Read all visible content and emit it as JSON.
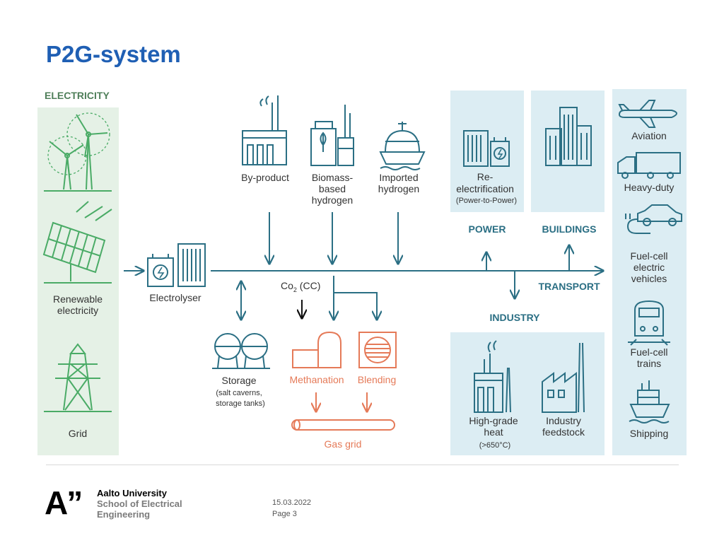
{
  "slide": {
    "title": "P2G-system"
  },
  "panels": {
    "electricity": "ELECTRICITY",
    "renewable": [
      "Renewable",
      "electricity"
    ],
    "grid": "Grid"
  },
  "sources": {
    "byproduct": [
      "By-product"
    ],
    "biomass": [
      "Biomass-",
      "based",
      "hydrogen"
    ],
    "imported": [
      "Imported",
      "hydrogen"
    ]
  },
  "process": {
    "electrolyser": "Electrolyser",
    "co2": {
      "main": "Co",
      "sub": "2",
      "suffix": " (CC)"
    },
    "storage": [
      "Storage",
      "(salt caverns,",
      "storage tanks)"
    ],
    "methanation": "Methanation",
    "blending": "Blending",
    "gas_grid": "Gas grid"
  },
  "sectors": {
    "power": "POWER",
    "buildings": "BUILDINGS",
    "transport": "TRANSPORT",
    "industry": "INDUSTRY",
    "reelectrification": [
      "Re-",
      "electrification",
      "(Power-to-Power)"
    ],
    "high_grade_heat": [
      "High-grade",
      "heat",
      "(>650°C)"
    ],
    "industry_feedstock": [
      "Industry",
      "feedstock"
    ]
  },
  "transport_modes": {
    "aviation": [
      "Aviation"
    ],
    "heavy_duty": [
      "Heavy-duty"
    ],
    "fuel_cell_vehicles": [
      "Fuel-cell",
      "electric",
      "vehicles"
    ],
    "fuel_cell_trains": [
      "Fuel-cell",
      "trains"
    ],
    "shipping": [
      "Shipping"
    ]
  },
  "footer": {
    "university": "Aalto University",
    "school": [
      "School of Electrical",
      "Engineering"
    ],
    "date": "15.03.2022",
    "page": "Page 3"
  },
  "colors": {
    "title": "#1f5fb4",
    "line": "#2b6f84",
    "green_panel": "#e5f1e6",
    "green_icon": "#4aab66",
    "blue_panel": "#dcedf3",
    "gas": "#e57a58",
    "text": "#333333"
  }
}
